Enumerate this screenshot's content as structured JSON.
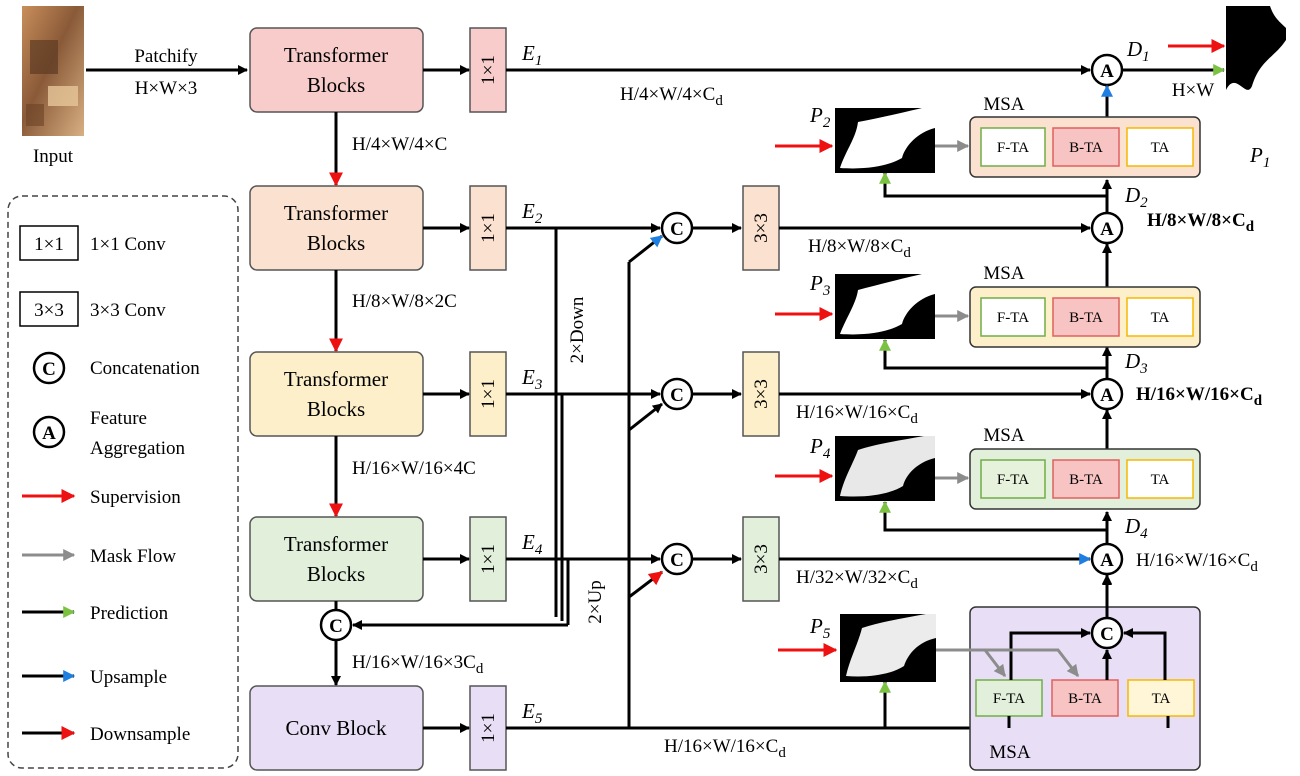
{
  "colors": {
    "pink": "#f9cccc",
    "peach": "#fbe1cf",
    "cream": "#fdefca",
    "green": "#e1efdb",
    "lavender": "#e8dff6",
    "red_arrow": "#ee1111",
    "blue_arrow": "#1e7fe0",
    "green_arrow": "#7cc242",
    "gray_arrow": "#8c8c8c"
  },
  "icons": {
    "concat": "circle-letter-c",
    "aggregate": "circle-letter-a"
  },
  "input": {
    "caption": "Input"
  },
  "patchify": {
    "label": "Patchify",
    "dims": "H×W×3"
  },
  "encoder": {
    "blocks": [
      {
        "line1": "Transformer",
        "line2": "Blocks"
      },
      {
        "line1": "Transformer",
        "line2": "Blocks"
      },
      {
        "line1": "Transformer",
        "line2": "Blocks"
      },
      {
        "line1": "Transformer",
        "line2": "Blocks"
      }
    ],
    "conv_block": "Conv Block",
    "dims": [
      "H/4×W/4×C",
      "H/8×W/8×2C",
      "H/16×W/16×4C",
      "H/16×W/16×3C"
    ],
    "dims_sub": "d"
  },
  "conv1": "1×1",
  "conv3": "3×3",
  "features": [
    "E",
    "E",
    "E",
    "E",
    "E"
  ],
  "feature_subs": [
    "1",
    "2",
    "3",
    "4",
    "5"
  ],
  "down_label": "2×Down",
  "up_label": "2×Up",
  "concat_letter": "C",
  "agg_letter": "A",
  "mid_dims": [
    {
      "main": "H/4×W/4×C",
      "sub": "d"
    },
    {
      "main": "H/8×W/8×C",
      "sub": "d"
    },
    {
      "main": "H/16×W/16×C",
      "sub": "d"
    },
    {
      "main": "H/32×W/32×C",
      "sub": "d"
    },
    {
      "main": "H/16×W/16×C",
      "sub": "d"
    }
  ],
  "right_dims": [
    {
      "main": "H/8×W/8×C",
      "sub": "d"
    },
    {
      "main": "H/16×W/16×C",
      "sub": "d"
    },
    {
      "main": "H/16×W/16×C",
      "sub": "d"
    }
  ],
  "decoders": [
    "D",
    "D",
    "D",
    "D"
  ],
  "decoder_subs": [
    "1",
    "2",
    "3",
    "4"
  ],
  "predictions": [
    "P",
    "P",
    "P",
    "P",
    "P"
  ],
  "prediction_subs": [
    "1",
    "2",
    "3",
    "4",
    "5"
  ],
  "output_dims": "H×W",
  "msa": {
    "title": "MSA",
    "fta": "F-TA",
    "bta": "B-TA",
    "ta": "TA"
  },
  "legend": {
    "conv1_box": "1×1",
    "conv1_text": "1×1 Conv",
    "conv3_box": "3×3",
    "conv3_text": "3×3 Conv",
    "concat_symbol": "C",
    "concat_text": "Concatenation",
    "agg_symbol": "A",
    "agg_text_1": "Feature",
    "agg_text_2": "Aggregation",
    "supervision": "Supervision",
    "mask_flow": "Mask Flow",
    "prediction": "Prediction",
    "upsample": "Upsample",
    "downsample": "Downsample"
  }
}
